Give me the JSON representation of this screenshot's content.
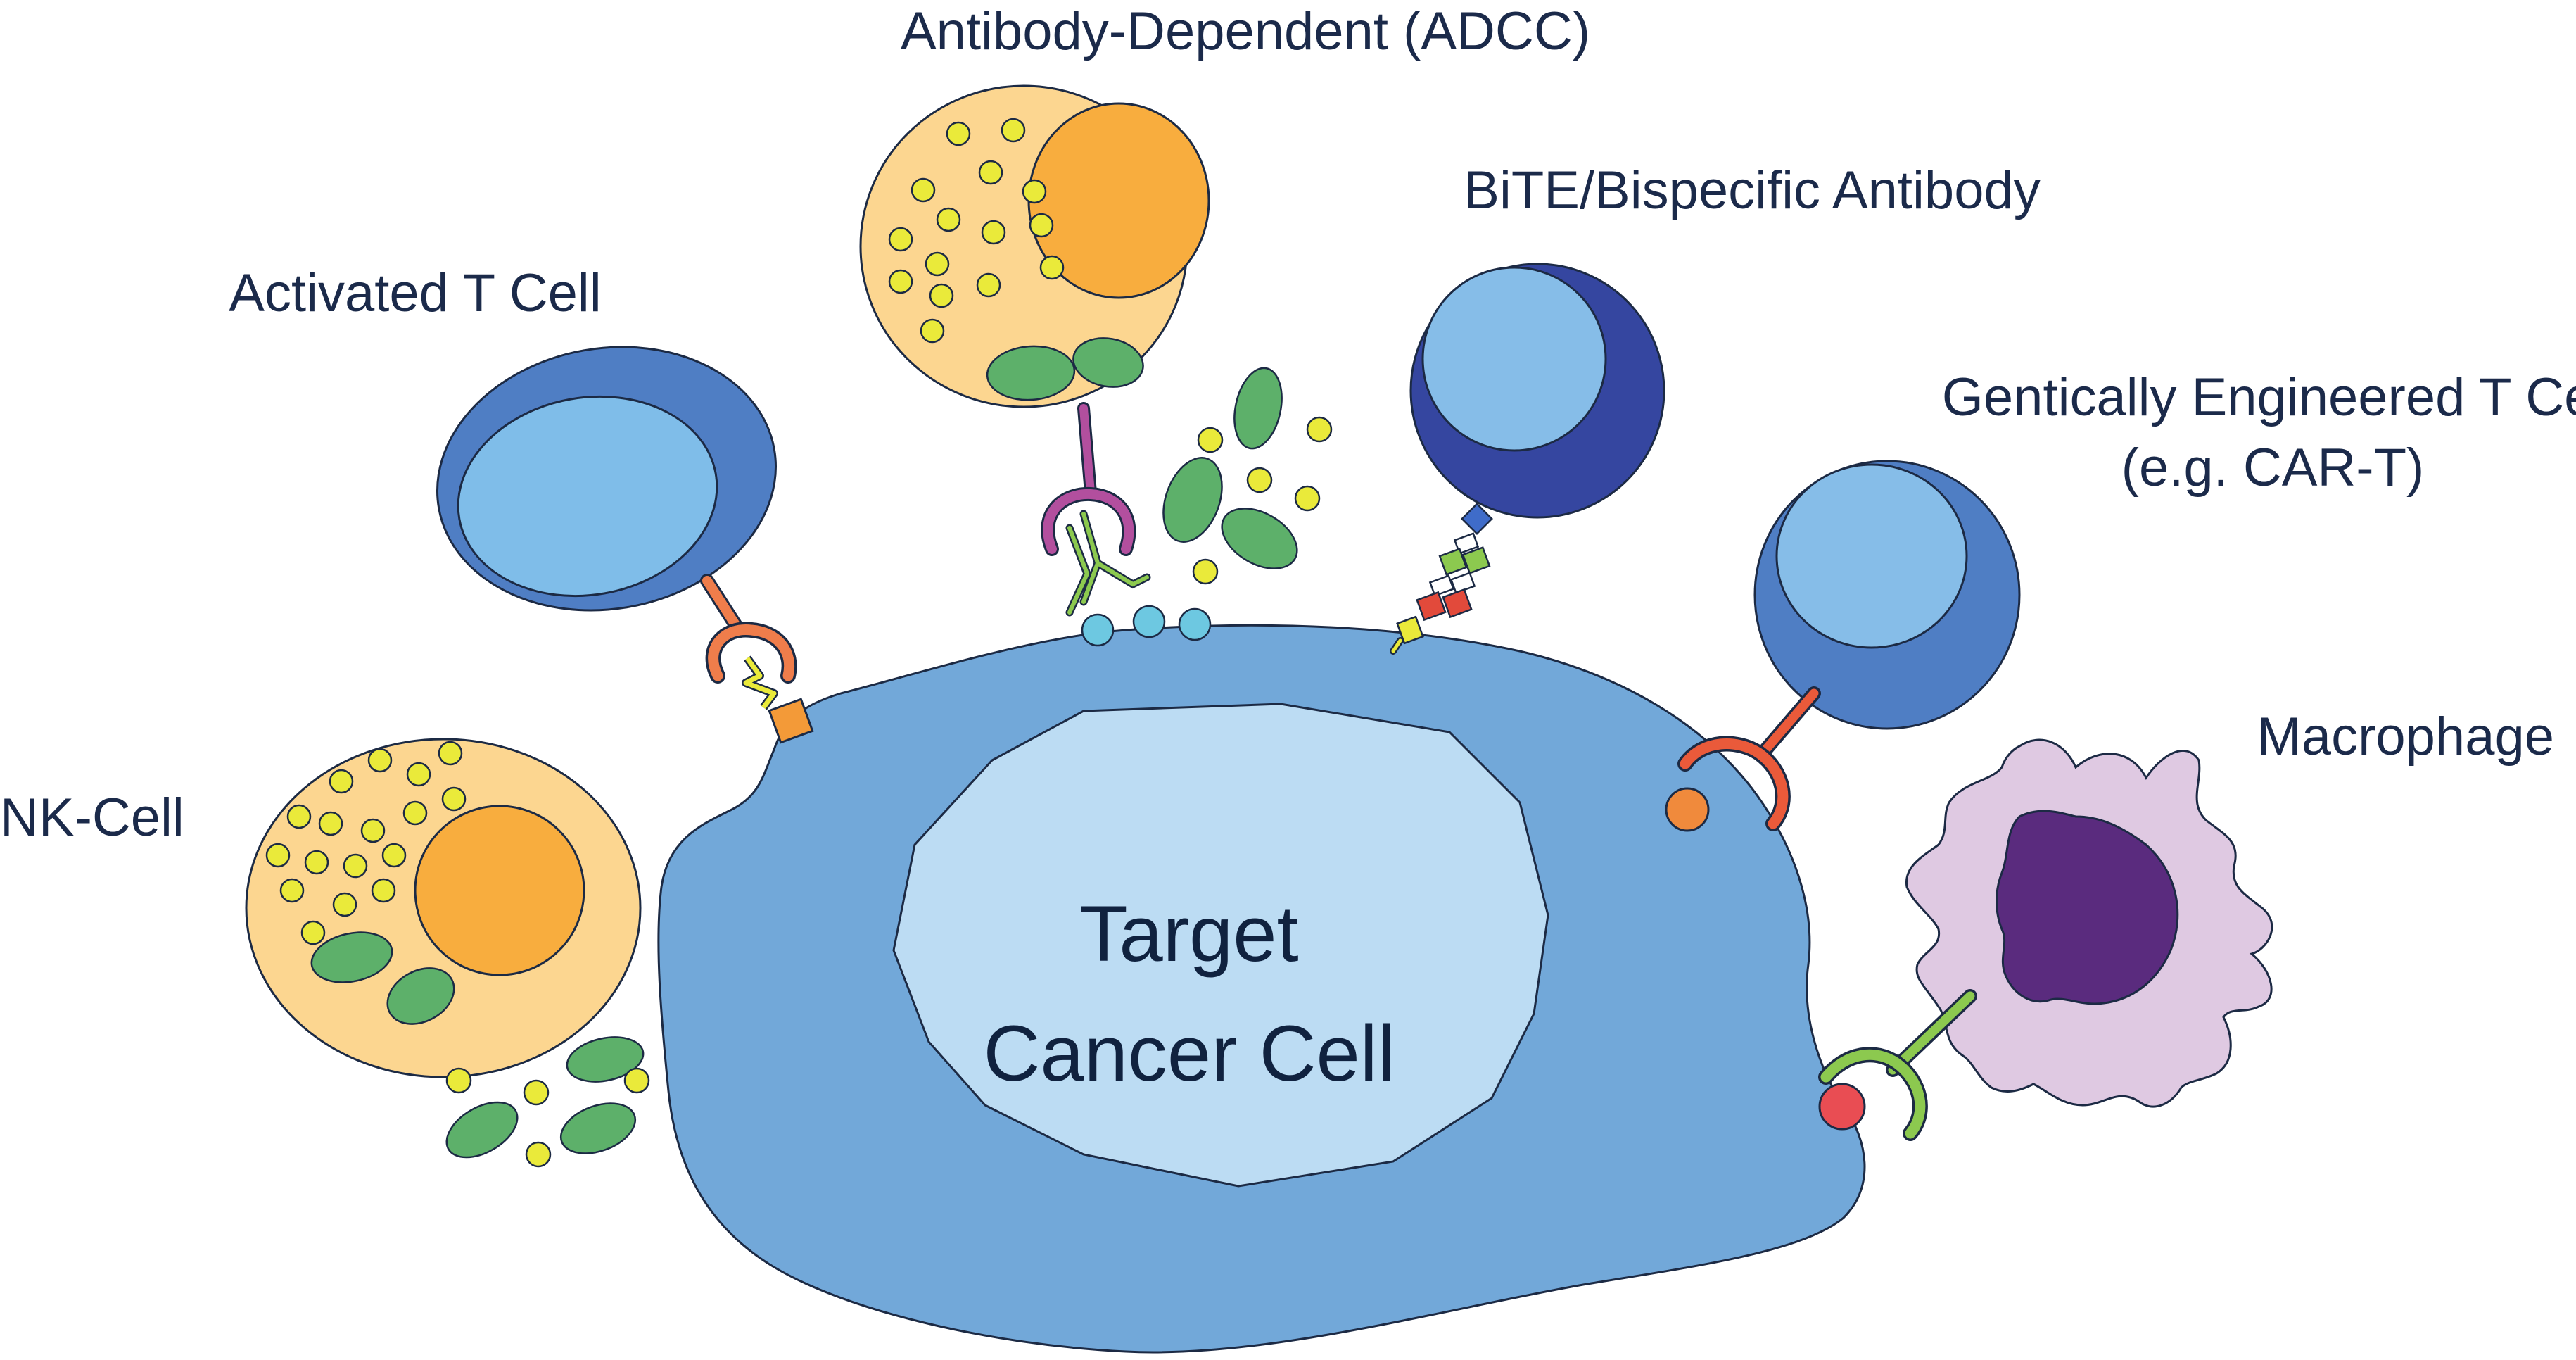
{
  "diagram": {
    "center_label_line1": "Target",
    "center_label_line2": "Cancer Cell",
    "labels": {
      "adcc": "Antibody-Dependent (ADCC)",
      "bite": "BiTE/Bispecific Antibody",
      "activated_t": "Activated T Cell",
      "car_t_line1": "Gentically Engineered T Cell",
      "car_t_line2": "(e.g. CAR-T)",
      "nk": "NK-Cell",
      "macrophage": "Macrophage"
    }
  },
  "colors": {
    "cancer_outer": "#72a8d9",
    "cancer_inner": "#bcdcf3",
    "t_cell_outer": "#4f7ec4",
    "t_cell_inner": "#7fbde9",
    "bite_outer": "#3546a0",
    "granulocyte_body": "#fcd690",
    "nucleus_orange": "#f8ad3e",
    "granule_yellow": "#eaea3a",
    "green_ovals": "#5db06a",
    "macrophage_body": "#dfc9e2",
    "macrophage_nucleus": "#5a2b7e"
  }
}
